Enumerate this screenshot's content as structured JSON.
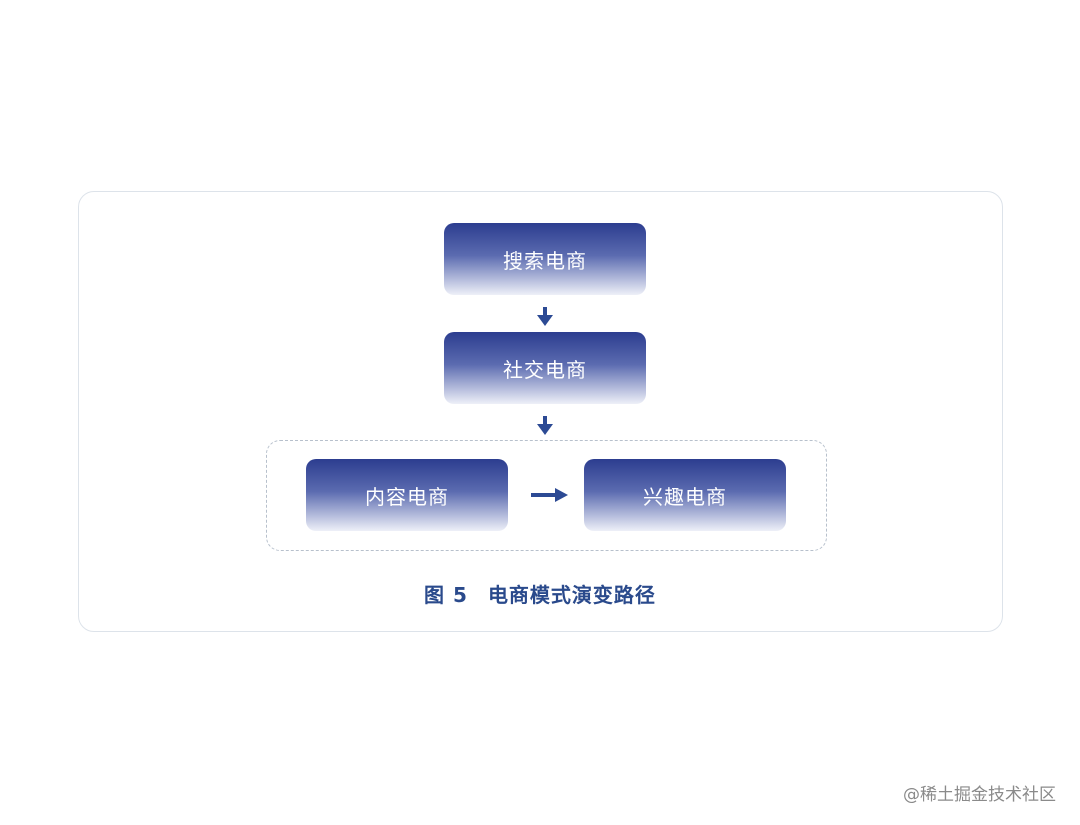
{
  "diagram": {
    "nodes": {
      "search": "搜索电商",
      "social": "社交电商",
      "content": "内容电商",
      "interest": "兴趣电商"
    },
    "caption_number": "图 5",
    "caption_text": "电商模式演变路径"
  },
  "watermark": "@稀土掘金技术社区",
  "colors": {
    "node_top": "#2c3d8f",
    "node_mid": "#5b6bb0",
    "node_bottom": "#eef0f8",
    "arrow": "#2c4a94",
    "caption": "#2a4a8c",
    "dashed_border": "#b7c0cc"
  }
}
